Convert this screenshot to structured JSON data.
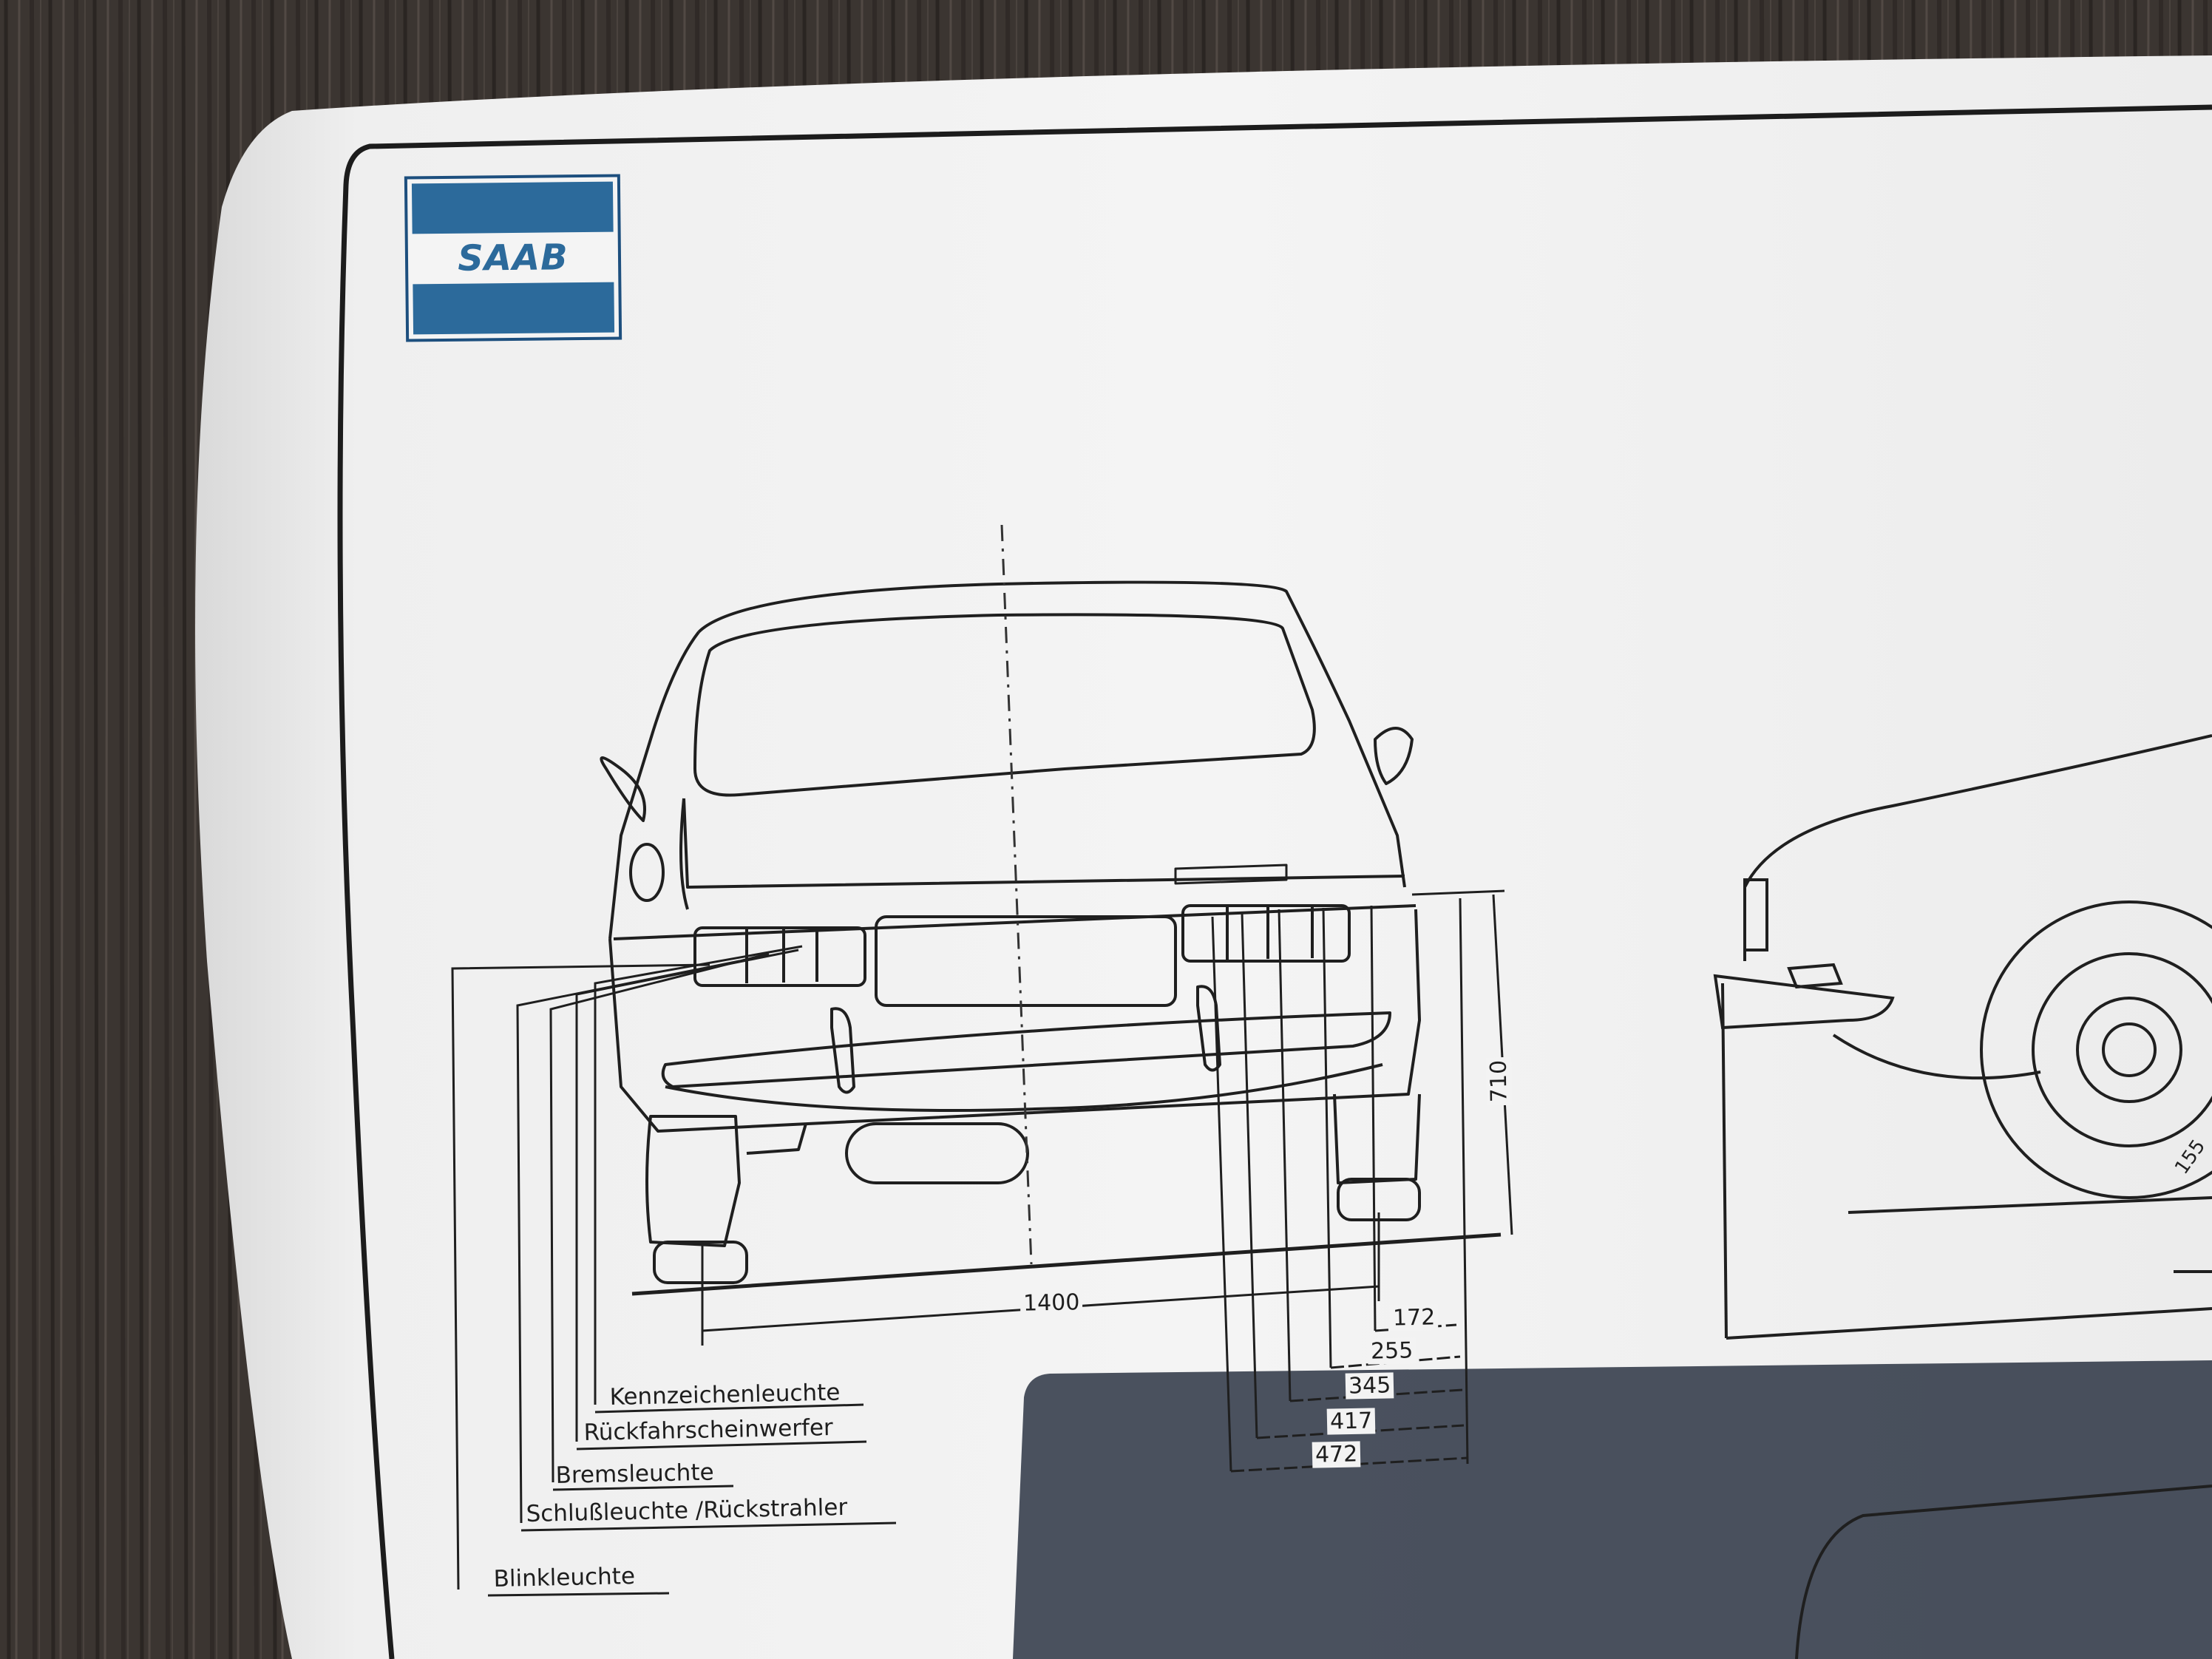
{
  "logo": {
    "text": "SAAB",
    "color": "#2c6a9b"
  },
  "callouts": [
    "Kennzeichenleuchte",
    "Rückfahrscheinwerfer",
    "Bremsleuchte",
    "Schlußleuchte /Rückstrahler",
    "Blinkleuchte"
  ],
  "dimensions": {
    "track_width": "1400",
    "light_height": "710",
    "offsets": [
      "172",
      "255",
      "345",
      "417",
      "472"
    ],
    "side_partial": "155"
  },
  "colors": {
    "paper": "#f2f2f2",
    "ink": "#222222",
    "table": "#3a3430"
  }
}
